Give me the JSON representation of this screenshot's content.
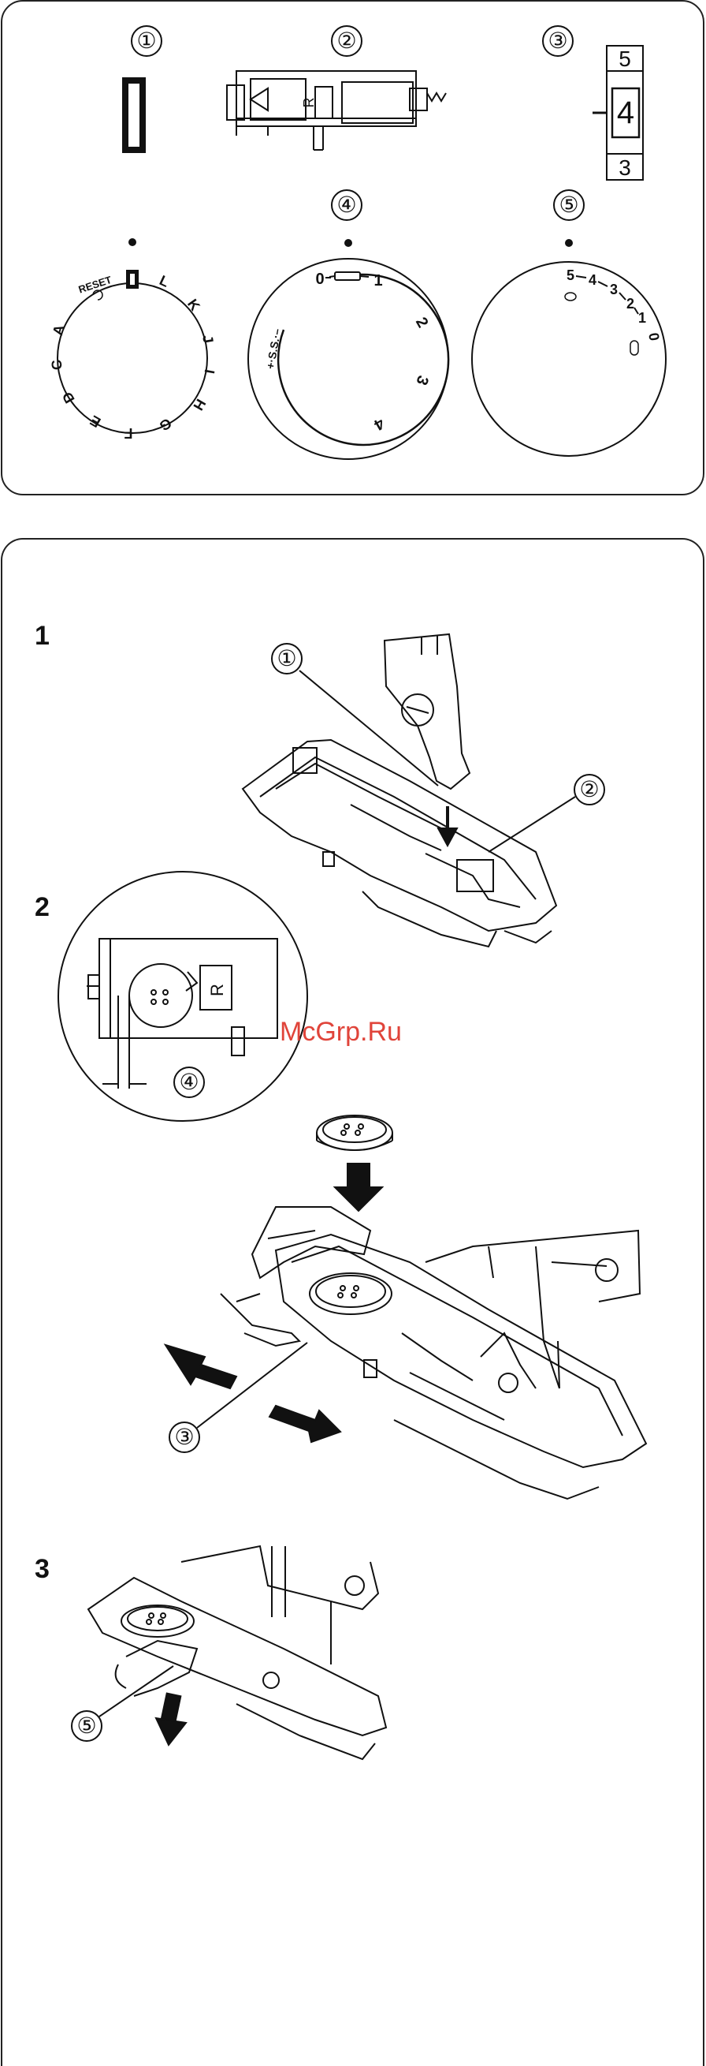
{
  "top_panel": {
    "callouts": [
      "①",
      "②",
      "③",
      "④",
      "⑤"
    ],
    "foot_letter": "R",
    "stitch_length_digits": [
      "5",
      "4",
      "3"
    ],
    "pattern_dial": {
      "reset_label": "RESET",
      "letters": [
        "L",
        "K",
        "J",
        "I",
        "H",
        "G",
        "F",
        "E",
        "D",
        "C",
        "A"
      ]
    },
    "width_dial": {
      "labels": [
        "0",
        "1",
        "2",
        "3",
        "4"
      ],
      "ss_label": "+·S.S.·–"
    },
    "length_dial": {
      "labels": [
        "5",
        "4",
        "3",
        "2",
        "1",
        "0"
      ]
    }
  },
  "bottom_panel": {
    "steps": [
      "1",
      "2",
      "3"
    ],
    "callouts": [
      "①",
      "②",
      "③",
      "④",
      "⑤"
    ],
    "foot_letter": "R",
    "watermark": "McGrp.Ru"
  }
}
